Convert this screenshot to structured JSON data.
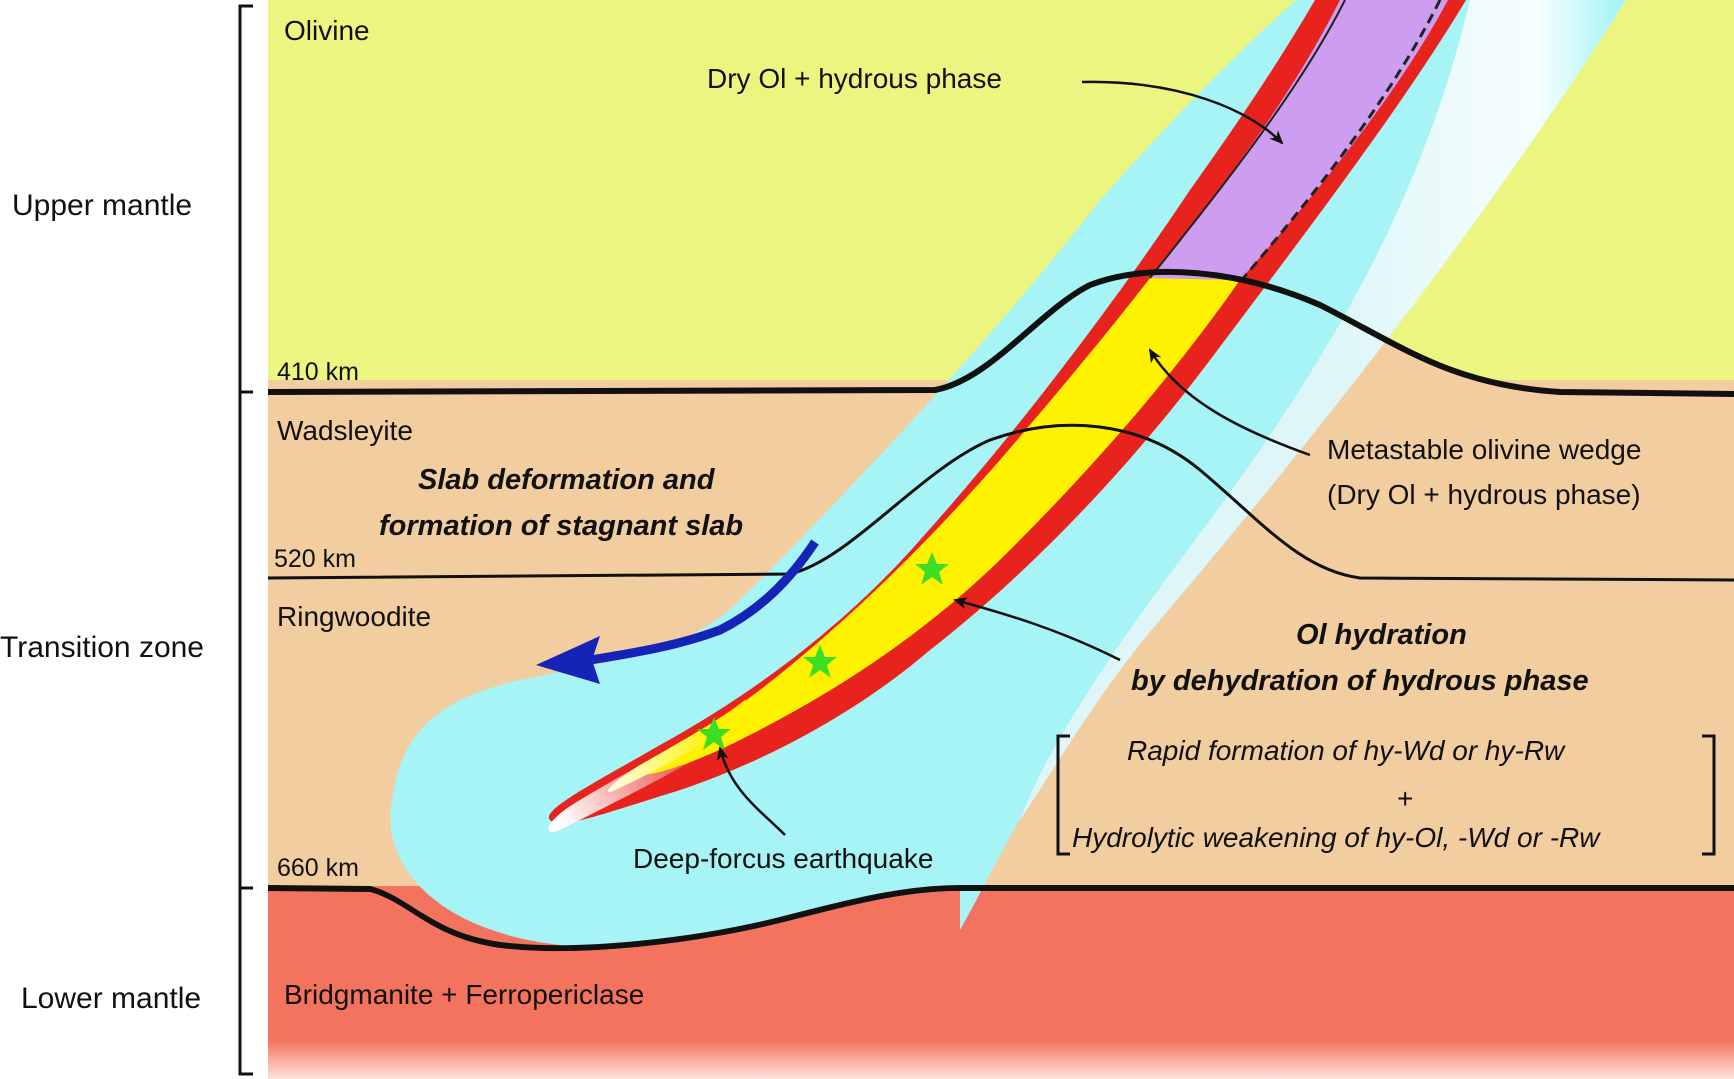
{
  "colors": {
    "upper_mantle": "#ecf57f",
    "transition_zone": "#f2cd9f",
    "lower_mantle": "#f4735f",
    "cold_slab": "#a6f4f5",
    "slab_crust": "#e8231d",
    "metastable_wedge": "#fff200",
    "hydrous_region": "#cd9df0",
    "arrow": "#1524b7",
    "earthquake_star": "#3ddc25"
  },
  "regions": {
    "upper_mantle": "Upper mantle",
    "transition_zone": "Transition zone",
    "lower_mantle": "Lower mantle"
  },
  "minerals": {
    "olivine": "Olivine",
    "wadsleyite": "Wadsleyite",
    "ringwoodite": "Ringwoodite",
    "lower": "Bridgmanite + Ferropericlase"
  },
  "depths": {
    "d410": "410 km",
    "d520": "520 km",
    "d660": "660 km"
  },
  "annotations": {
    "dry_ol": "Dry Ol + hydrous phase",
    "wedge_line1": "Metastable olivine wedge",
    "wedge_line2": "(Dry Ol + hydrous phase)",
    "slab_def_line1": "Slab deformation and",
    "slab_def_line2": "formation of stagnant slab",
    "hydration_line1": "Ol hydration",
    "hydration_line2": "by dehydration of hydrous phase",
    "rapid": "Rapid formation of hy-Wd or hy-Rw",
    "plus": "+",
    "weakening": "Hydrolytic weakening of hy-Ol, -Wd or -Rw",
    "earthquake": "Deep-forcus earthquake"
  },
  "icons": {
    "earthquake": "star-icon",
    "arrow": "curved-arrow-icon"
  }
}
